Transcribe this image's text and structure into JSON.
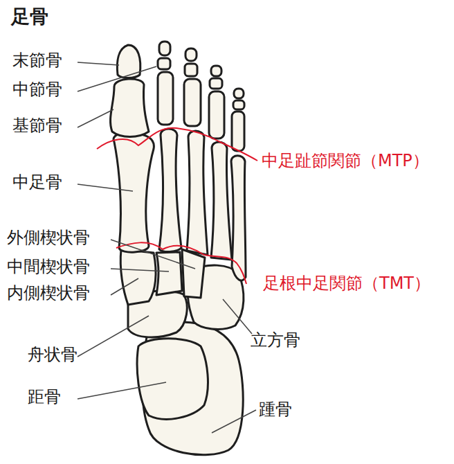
{
  "diagram": {
    "title": "足骨",
    "labels": [
      "末節骨",
      "中節骨",
      "基節骨",
      "中足骨",
      "外側楔状骨",
      "中間楔状骨",
      "内側楔状骨",
      "舟状骨",
      "距骨",
      "中足趾節関節（MTP）",
      "足根中足関節（TMT）",
      "立方骨",
      "踵骨"
    ]
  }
}
